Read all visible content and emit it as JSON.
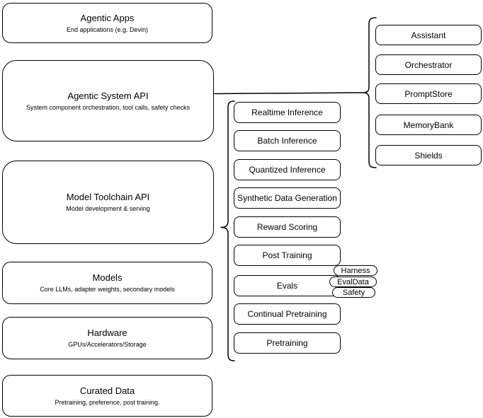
{
  "diagram": {
    "colors": {
      "stroke": "#000000",
      "node_fill": "#ffffff",
      "background": "#ffffff"
    },
    "left_stack": [
      {
        "title": "Agentic Apps",
        "subtitle": "End applications (e.g. Devin)"
      },
      {
        "title": "Agentic System API",
        "subtitle": "System component orchestration, tool calls, safety checks"
      },
      {
        "title": "Model Toolchain API",
        "subtitle": "Model development & serving"
      },
      {
        "title": "Models",
        "subtitle": "Core LLMs, adapter weights, secondary models"
      },
      {
        "title": "Hardware",
        "subtitle": "GPUs/Accelerators/Storage"
      },
      {
        "title": "Curated Data",
        "subtitle": "Pretraining, preference, post training."
      }
    ],
    "toolchain_group": {
      "items": [
        "Realtime Inference",
        "Batch Inference",
        "Quantized Inference",
        "Synthetic Data Generation",
        "Reward Scoring",
        "Post Training",
        "Evals",
        "Continual Pretraining",
        "Pretraining"
      ]
    },
    "evals_tags": [
      "Harness",
      "EvalData",
      "Safety"
    ],
    "system_group": {
      "items": [
        "Assistant",
        "Orchestrator",
        "PromptStore",
        "MemoryBank",
        "Shields"
      ]
    }
  }
}
